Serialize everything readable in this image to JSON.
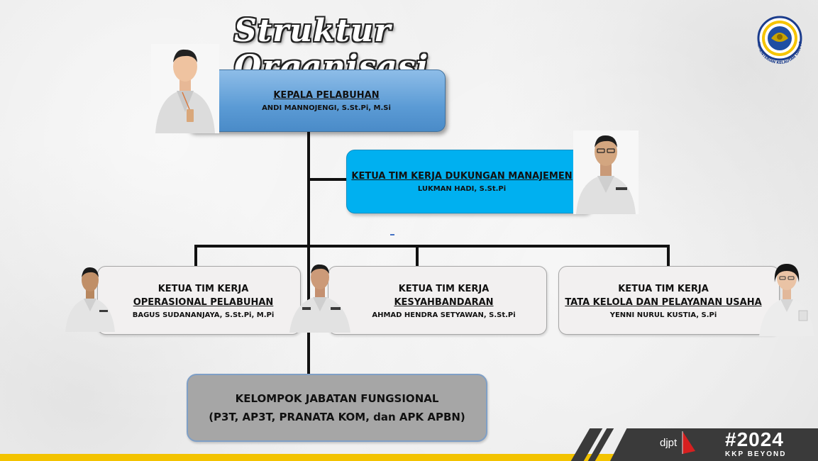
{
  "header": {
    "title": "Struktur Organisasi",
    "logo_caption": "KEMENTERIAN KELAUTAN DAN PERIKANAN"
  },
  "head": {
    "title": "KEPALA PELABUHAN",
    "name": "ANDI MANNOJENGI, S.St.Pi, M.Si"
  },
  "management": {
    "title": "KETUA TIM KERJA DUKUNGAN MANAJEMEN",
    "name": "LUKMAN HADI, S.St.Pi"
  },
  "teams": [
    {
      "heading": "KETUA TIM KERJA",
      "unit": "OPERASIONAL PELABUHAN",
      "name": "BAGUS SUDANANJAYA, S.St.Pi, M.Pi"
    },
    {
      "heading": "KETUA TIM KERJA",
      "unit": "KESYAHBANDARAN",
      "name": "AHMAD HENDRA SETYAWAN, S.St.Pi"
    },
    {
      "heading": "KETUA TIM KERJA",
      "unit": "TATA KELOLA DAN PELAYANAN USAHA",
      "name": "YENNI NURUL KUSTIA, S.Pi"
    }
  ],
  "functional": {
    "title": "KELOMPOK  JABATAN FUNGSIONAL",
    "detail": "(P3T, AP3T, PRANATA KOM, dan APK APBN)"
  },
  "footer": {
    "brand": "djpt",
    "tag": "#2024",
    "tagline": "KKP BEYOND"
  },
  "colors": {
    "head_box": "#5b9bd5",
    "management_box": "#00b0f0",
    "team_box": "#f2f0f0",
    "functional_box": "#a6a6a6",
    "footer_accent": "#f3c300"
  }
}
